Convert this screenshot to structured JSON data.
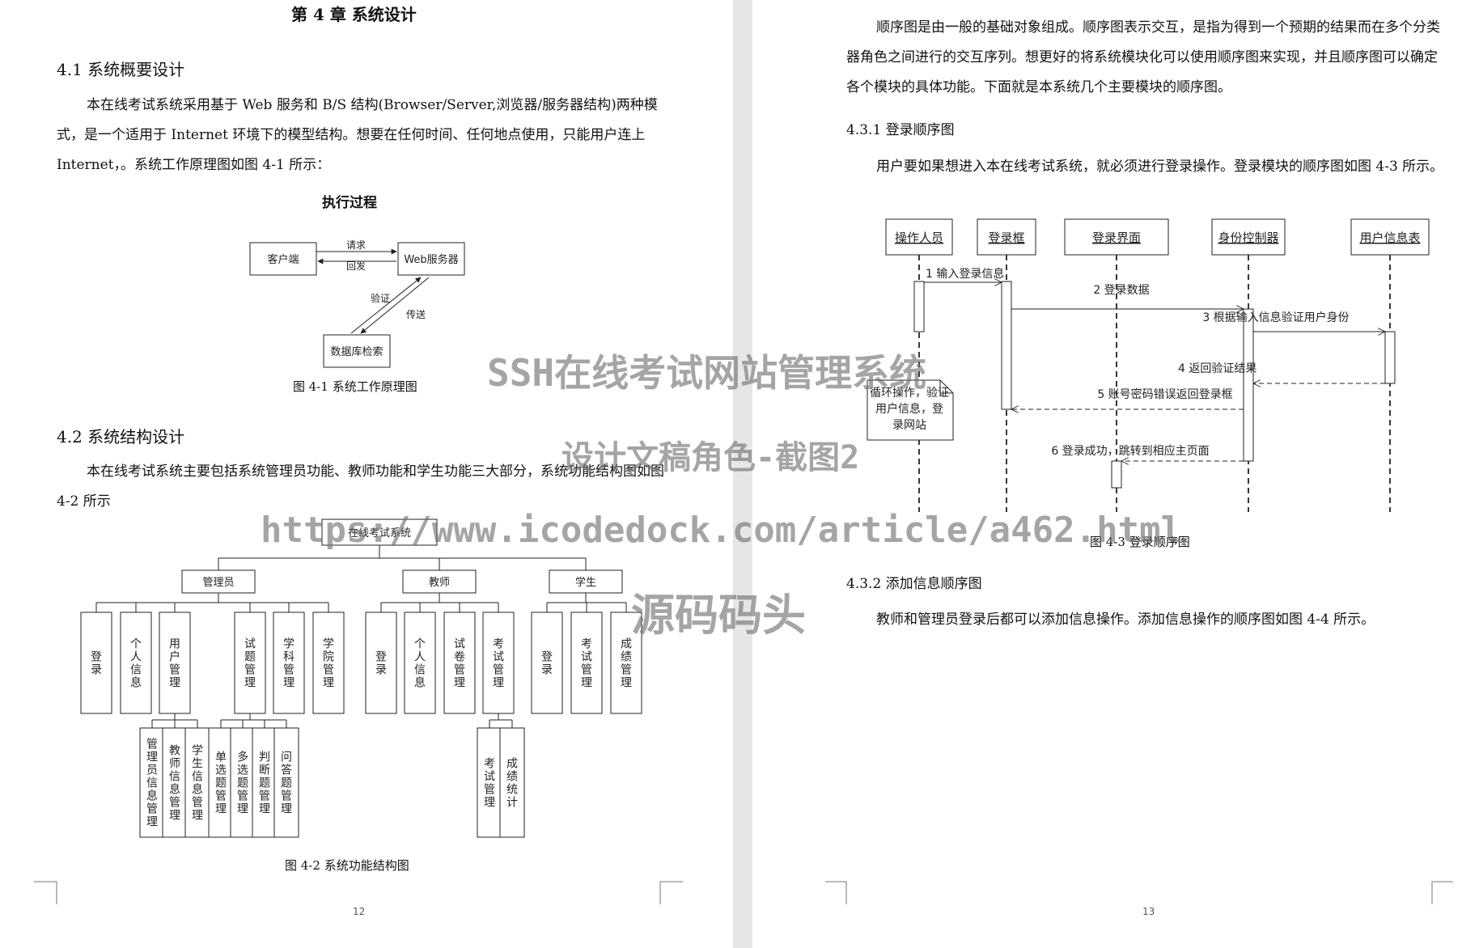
{
  "left_page": {
    "chapter_title": "第 4 章  系统设计",
    "section_41": "4.1    系统概要设计",
    "para_41": "本在线考试系统采用基于 Web 服务和 B/S 结构(Browser/Server,浏览器/服务器结构)两种模式，是一个适用于 Internet 环境下的模型结构。想要在任何时间、任何地点使用，只能用户连上 Internet，。系统工作原理图如图 4-1 所示：",
    "fig41": {
      "title": "执行过程",
      "client": "客户端",
      "web_server": "Web服务器",
      "db": "数据库检索",
      "request": "请求",
      "reply": "回发",
      "verify": "验证",
      "transmit": "传送",
      "caption": "图 4-1 系统工作原理图"
    },
    "section_42": "4.2    系统结构设计",
    "para_42": "本在线考试系统主要包括系统管理员功能、教师功能和学生功能三大部分，系统功能结构图如图 4-2 所示",
    "fig42": {
      "root": "在线考试系统",
      "admin": "管理员",
      "teacher": "教师",
      "student": "学生",
      "admin_items": [
        "登录",
        "个人信息",
        "用户管理",
        "试题管理",
        "学科管理",
        "学院管理"
      ],
      "teacher_items": [
        "登录",
        "个人信息",
        "试卷管理",
        "考试管理"
      ],
      "student_items": [
        "登录",
        "考试管理",
        "成绩管理"
      ],
      "user_mgmt_items": [
        "管理员信息管理",
        "教师信息管理",
        "学生信息管理"
      ],
      "question_items": [
        "单选题管理",
        "多选题管理",
        "判断题管理",
        "问答题管理"
      ],
      "exam_items": [
        "考试管理",
        "成绩统计"
      ],
      "caption": "图 4-2    系统功能结构图"
    },
    "page_number": "12"
  },
  "right_page": {
    "para_intro": "顺序图是由一般的基础对象组成。顺序图表示交互，是指为得到一个预期的结果而在多个分类器角色之间进行的交互序列。想更好的将系统模块化可以使用顺序图来实现，并且顺序图可以确定各个模块的具体功能。下面就是本系统几个主要模块的顺序图。",
    "sub_431": "4.3.1  登录顺序图",
    "para_431": "用户要如果想进入本在线考试系统，就必须进行登录操作。登录模块的顺序图如图 4-3 所示。",
    "fig43": {
      "actors": [
        "操作人员",
        "登录框",
        "登录界面",
        "身份控制器",
        "用户信息表"
      ],
      "msg1": "1 输入登录信息",
      "msg2": "2 登录数据",
      "msg3": "3 根据输入信息验证用户身份",
      "msg4": "4 返回验证结果",
      "msg5": "5 账号密码错误返回登录框",
      "msg6": "6 登录成功，跳转到相应主页面",
      "note": [
        "循环操作，验证",
        "用户信息，登",
        "录网站"
      ],
      "caption": "图  4-3  登录顺序图"
    },
    "sub_432": "4.3.2  添加信息顺序图",
    "para_432": "教师和管理员登录后都可以添加信息操作。添加信息操作的顺序图如图 4-4 所示。",
    "page_number": "13"
  },
  "watermark": {
    "line1": "SSH在线考试网站管理系统",
    "line2": "设计文稿角色-截图2",
    "line3": "https://www.icodedock.com/article/a462.html",
    "line4": "源码码头"
  }
}
